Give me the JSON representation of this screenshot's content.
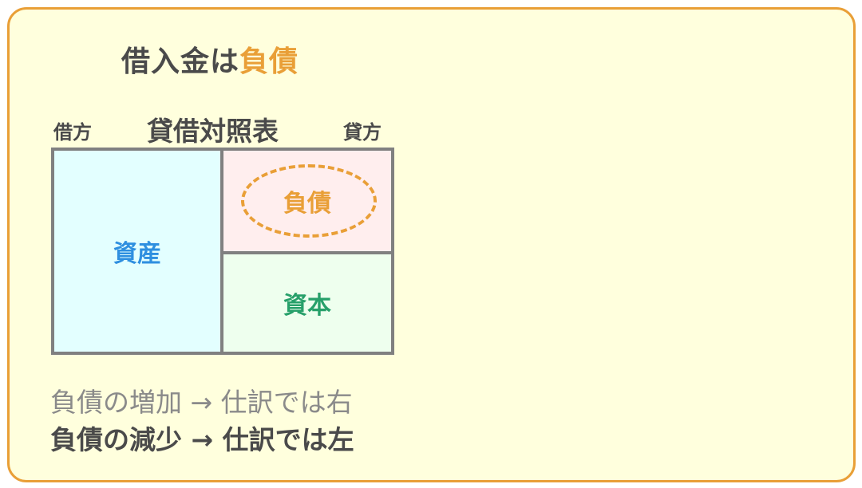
{
  "title": {
    "prefix": "借入金は",
    "accent": "負債"
  },
  "balance_sheet": {
    "debit_label": "借方",
    "title": "貸借対照表",
    "credit_label": "貸方",
    "assets": "資産",
    "liabilities": "負債",
    "equity": "資本"
  },
  "rules": [
    "負債の増加 → 仕訳では右",
    "負債の減少 → 仕訳では左"
  ],
  "colors": {
    "border_accent": "#E99F37",
    "background": "#FFFFDD",
    "assets": "#2E8FE0",
    "liabilities": "#E99F37",
    "equity": "#27A06A",
    "text": "#4a4a4a"
  }
}
